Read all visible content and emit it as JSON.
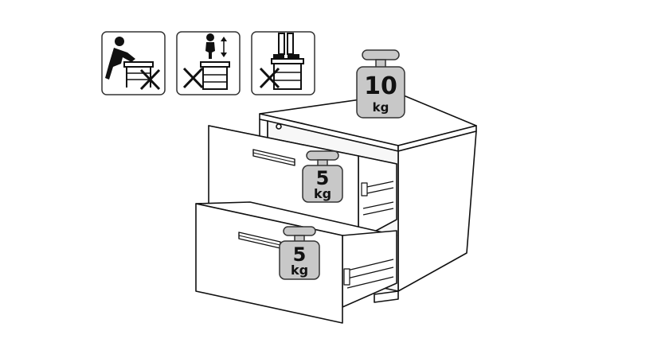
{
  "warning_icons": [
    {
      "name": "do-not-sit-on-top",
      "icon": "person-sitting-crossed-icon"
    },
    {
      "name": "do-not-stand-on-drawer",
      "icon": "person-stepping-crossed-icon"
    },
    {
      "name": "do-not-stand-on-top",
      "icon": "feet-standing-crossed-icon"
    }
  ],
  "weights": {
    "top": {
      "value": "10",
      "unit": "kg"
    },
    "upper_drawer": {
      "value": "5",
      "unit": "kg"
    },
    "lower_drawer": {
      "value": "5",
      "unit": "kg"
    }
  },
  "colors": {
    "line": "#111111",
    "weight_fill": "#c8c8c8",
    "background": "#ffffff"
  }
}
